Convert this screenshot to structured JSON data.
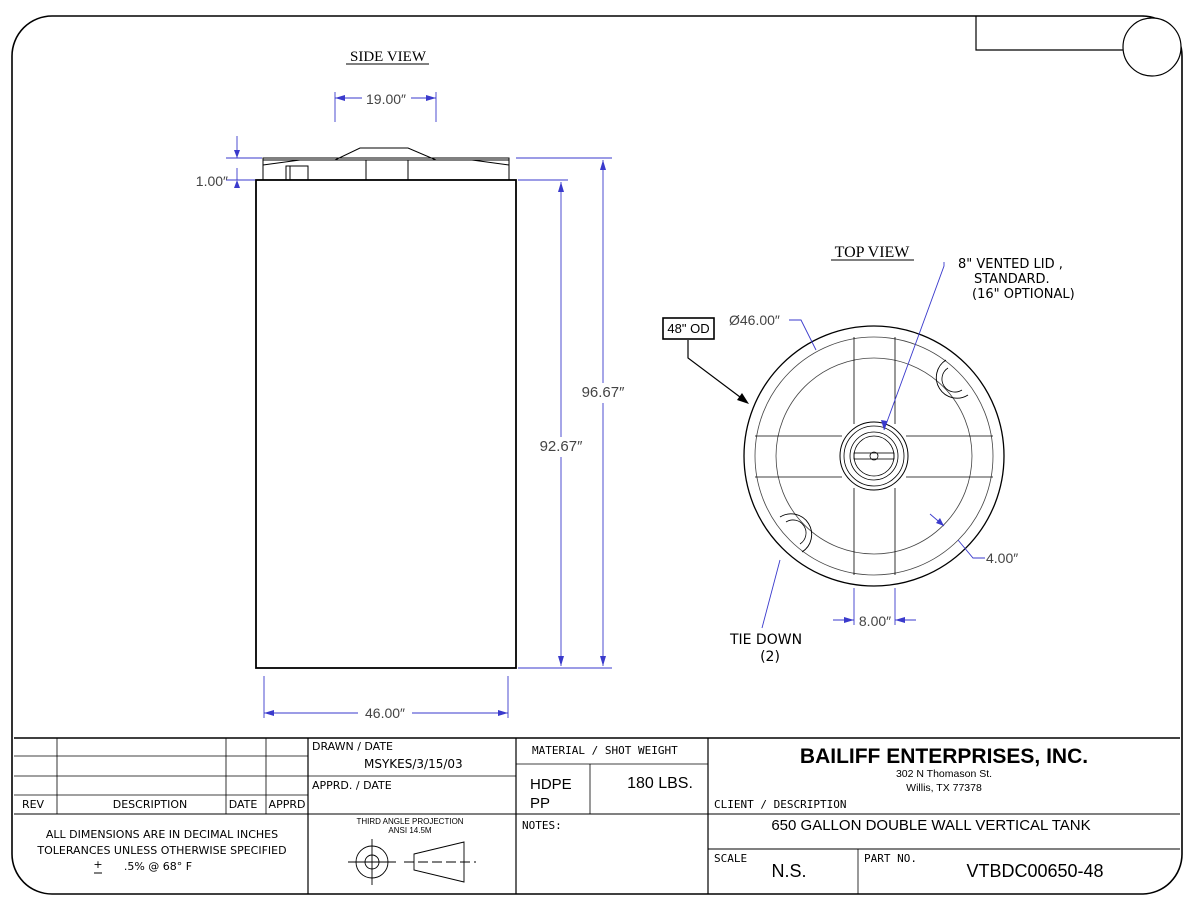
{
  "drawing": {
    "side_view": {
      "title": "SIDE VIEW",
      "dim_top_width": "19.00″",
      "dim_lid_height": "1.00″",
      "dim_overall_height": "96.67″",
      "dim_body_height": "92.67″",
      "dim_diameter": "46.00″"
    },
    "top_view": {
      "title": "TOP VIEW",
      "od_box": "48\" OD",
      "dim_diameter": "Ø46.00″",
      "lid_note": [
        "8\" VENTED LID ,",
        "STANDARD.",
        "(16\" OPTIONAL)"
      ],
      "dim_rib": "4.00″",
      "dim_spoke": "8.00″",
      "tie_down": [
        "TIE DOWN",
        "(2)"
      ]
    }
  },
  "title_block": {
    "rev_header": "REV",
    "description_header": "DESCRIPTION",
    "date_header": "DATE",
    "apprd_header": "APPRD",
    "drawn_label": "DRAWN / DATE",
    "drawn_value": "MSYKES/3/15/03",
    "apprd_label": "APPRD. / DATE",
    "tolerance_lines": [
      "ALL DIMENSIONS ARE IN DECIMAL INCHES",
      "TOLERANCES UNLESS OTHERWISE SPECIFIED"
    ],
    "tolerance_value": ".5% @ 68° F",
    "tolerance_pm": "+",
    "projection_lines": [
      "THIRD ANGLE PROJECTION",
      "ANSI 14.5M"
    ],
    "material_label": "MATERIAL / SHOT WEIGHT",
    "material_1": "HDPE",
    "material_2": "PP",
    "weight": "180 LBS.",
    "notes_label": "NOTES:",
    "company": "BAILIFF ENTERPRISES, INC.",
    "address_1": "302 N Thomason St.",
    "address_2": "Willis, TX 77378",
    "client_label": "CLIENT / DESCRIPTION",
    "description": "650 GALLON DOUBLE WALL VERTICAL TANK",
    "scale_label": "SCALE",
    "scale_value": "N.S.",
    "part_label": "PART NO.",
    "part_value": "VTBDC00650-48"
  },
  "colors": {
    "line": "#000000",
    "dimension": "#3a3acc"
  }
}
